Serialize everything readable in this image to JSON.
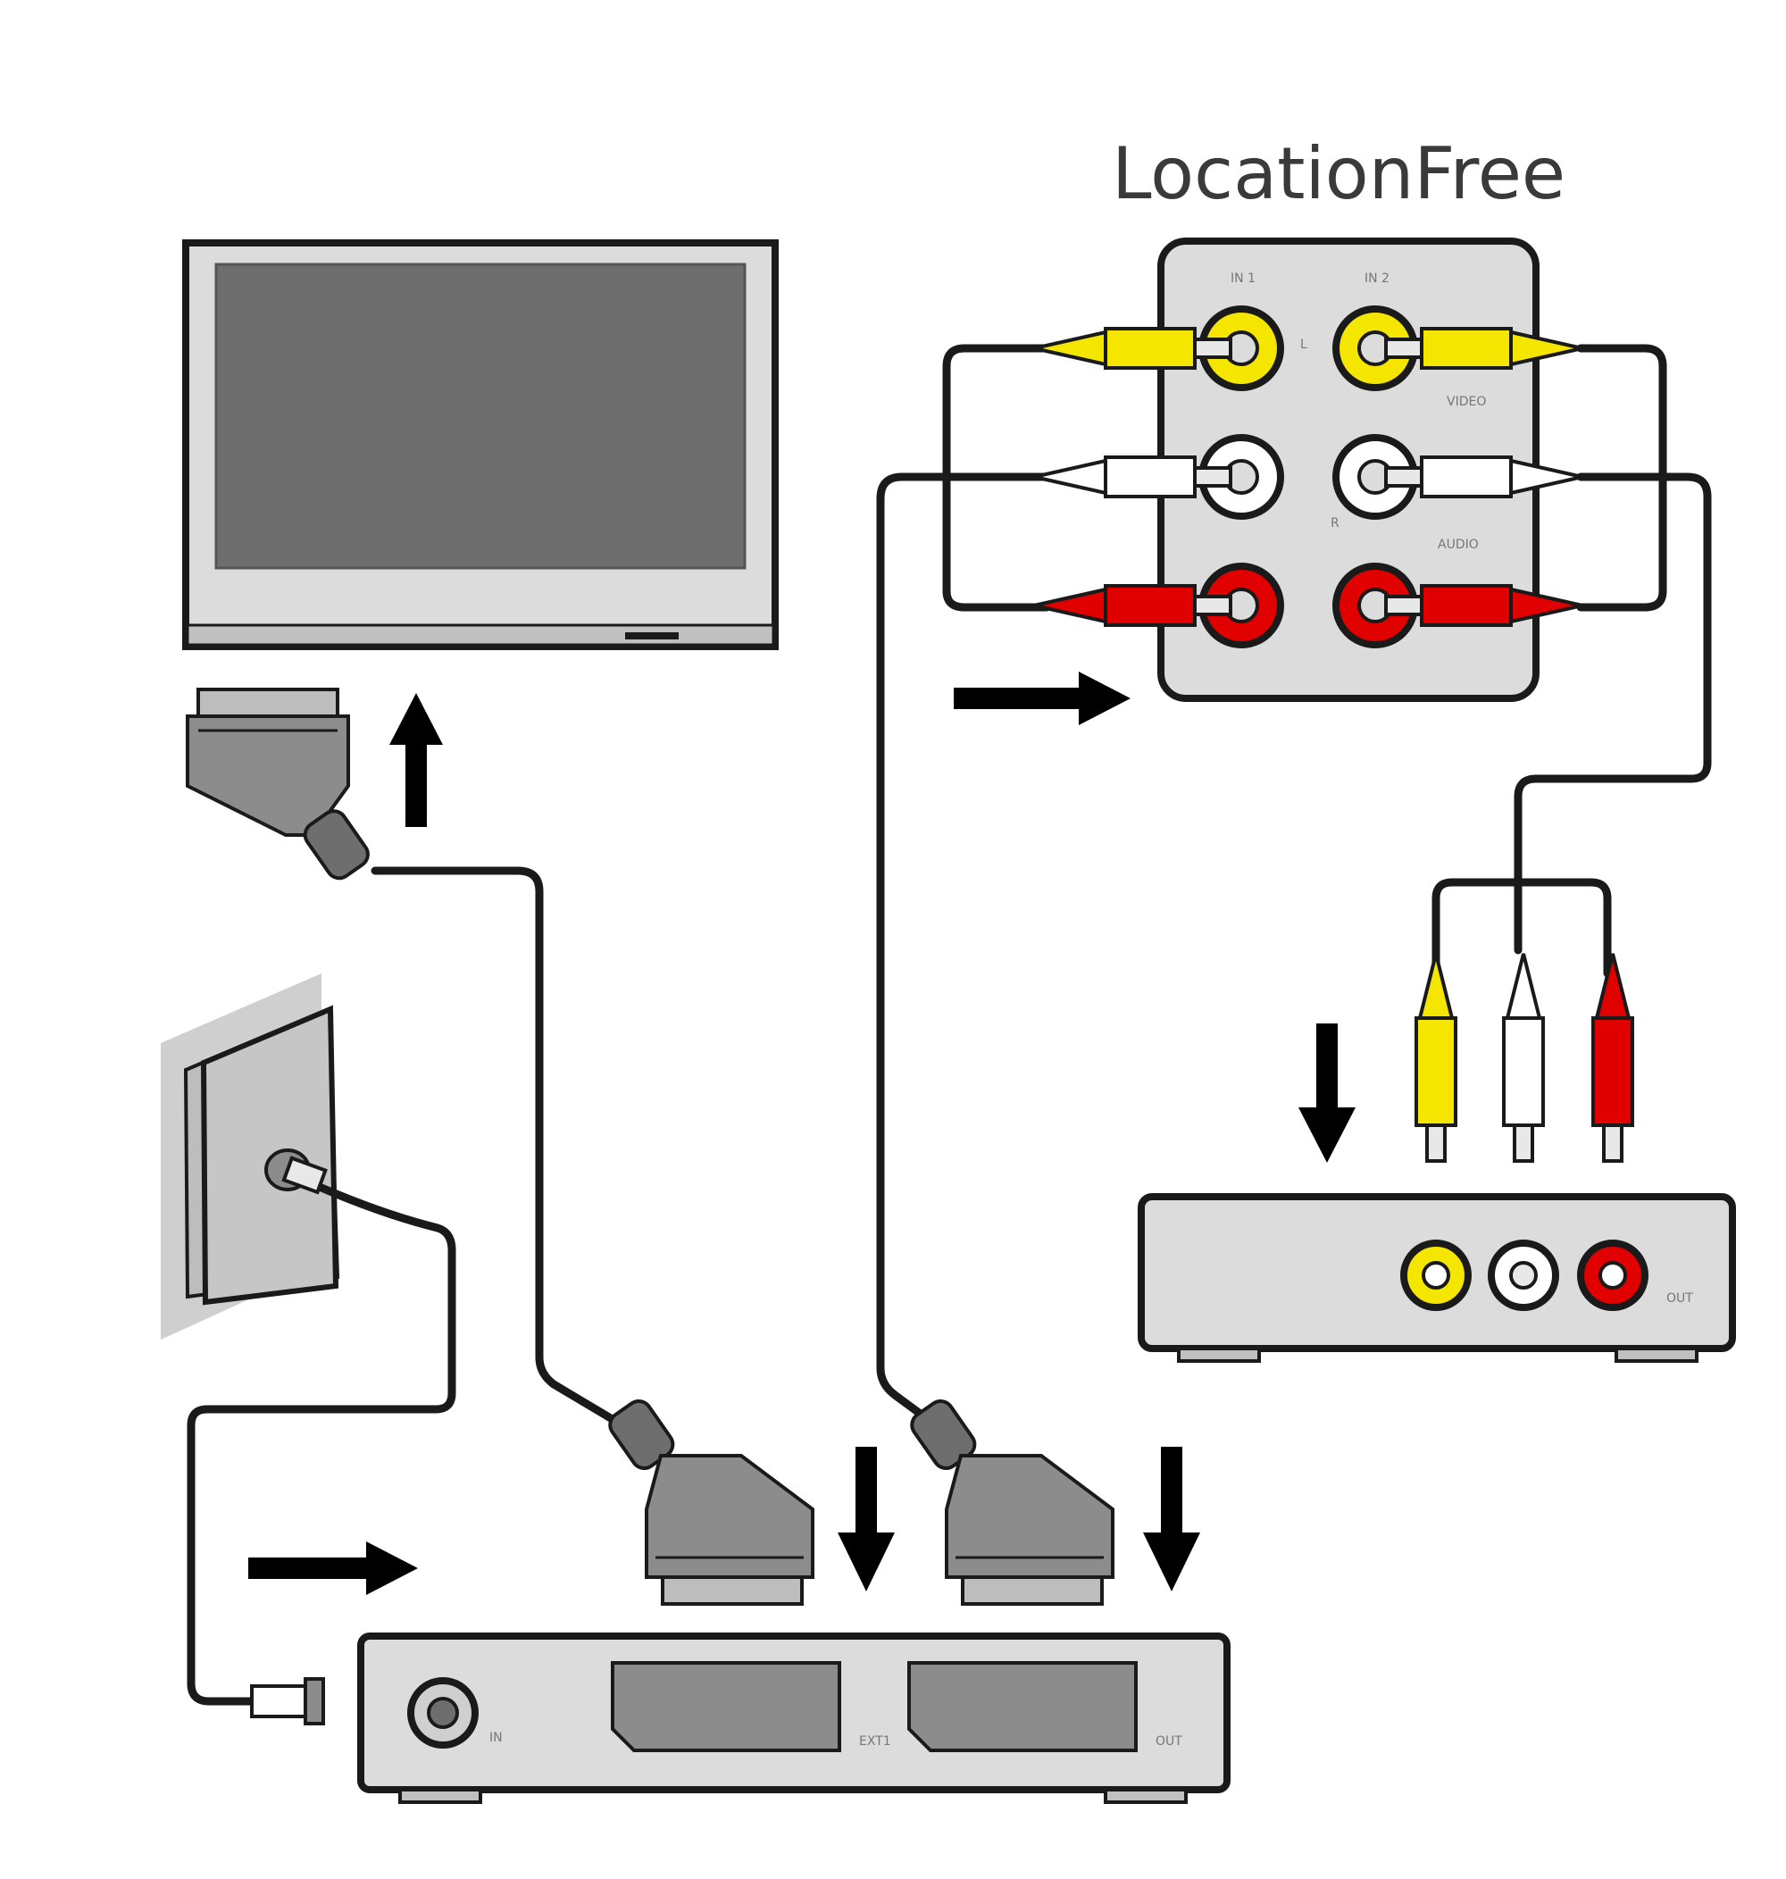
{
  "title": "LocationFree",
  "labels": {
    "in1": "IN 1",
    "in2": "IN 2",
    "video": "VIDEO",
    "audio": "AUDIO",
    "l": "L",
    "r": "R",
    "antenna_in": "IN",
    "scart1": "EXT1",
    "scart2": "OUT",
    "av_out": "OUT"
  },
  "colors": {
    "yellow": "#f5e600",
    "white": "#ffffff",
    "red": "#e00000",
    "panel": "#dcdcdc",
    "screen": "#6e6e6e",
    "scart": "#8c8c8c"
  }
}
